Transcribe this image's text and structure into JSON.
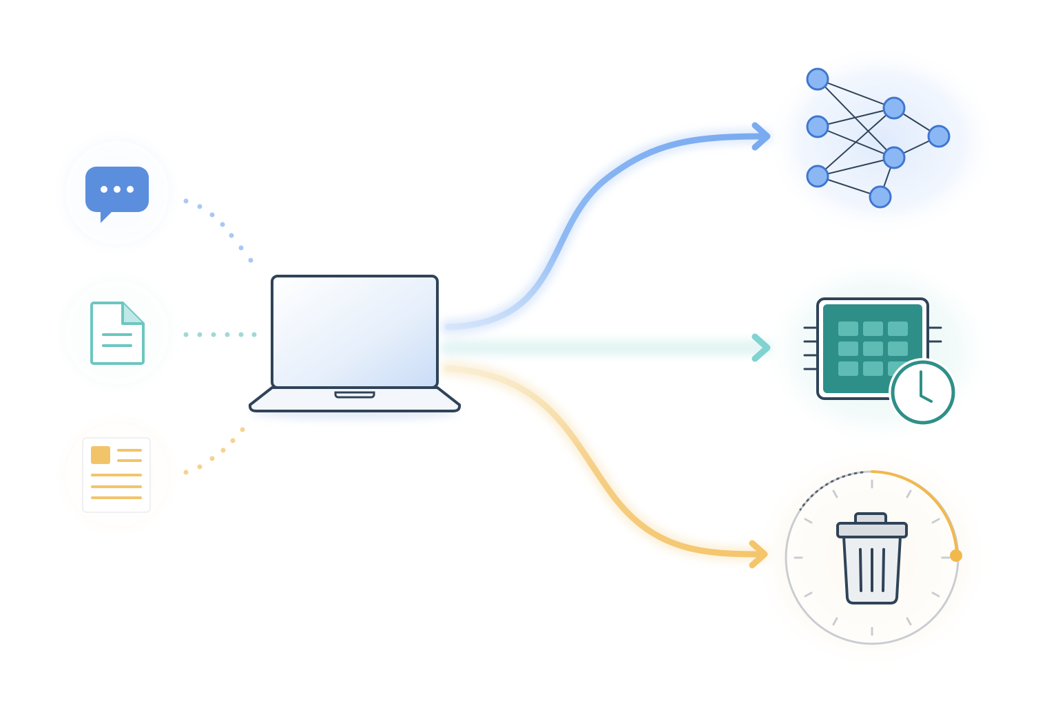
{
  "inputs": [
    {
      "id": "chat",
      "icon": "chat-bubble-icon",
      "accent": "#5b8fde"
    },
    {
      "id": "document",
      "icon": "document-icon",
      "accent": "#6cc6c0"
    },
    {
      "id": "article",
      "icon": "article-icon",
      "accent": "#f2c46a"
    }
  ],
  "hub": {
    "icon": "laptop-icon",
    "outline": "#2f4358"
  },
  "outputs": [
    {
      "id": "model-training",
      "icon": "neural-network-icon",
      "accent": "#8bb8f5"
    },
    {
      "id": "retention",
      "icon": "chip-clock-icon",
      "accent": "#7fd3d0"
    },
    {
      "id": "deletion",
      "icon": "trash-timer-icon",
      "accent": "#f5c56b"
    }
  ],
  "colors": {
    "dark_outline": "#2f4358",
    "blue": "#5b8fde",
    "teal": "#2e8f88",
    "yellow": "#f2c46a",
    "gray": "#c9cdd2"
  }
}
